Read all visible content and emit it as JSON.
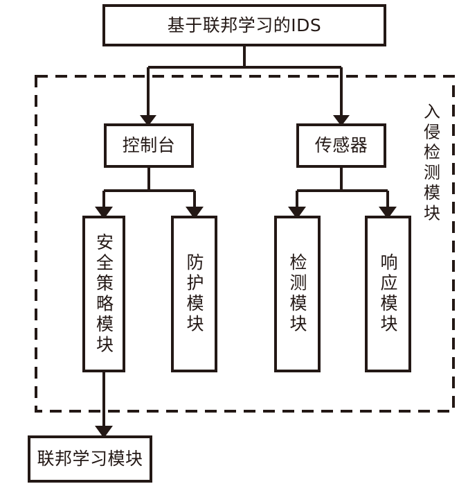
{
  "diagram": {
    "type": "block-diagram",
    "title": "基于联邦学习的IDS",
    "background_color": "#ffffff",
    "line_color": "#231815",
    "nodes": {
      "root": {
        "label": "基于联邦学习的IDS",
        "orientation": "horizontal"
      },
      "console": {
        "label": "控制台",
        "orientation": "horizontal"
      },
      "sensor": {
        "label": "传感器",
        "orientation": "horizontal"
      },
      "security_policy_module": {
        "label": "安全策略模块",
        "orientation": "vertical"
      },
      "protection_module": {
        "label": "防护模块",
        "orientation": "vertical"
      },
      "detection_module": {
        "label": "检测模块",
        "orientation": "vertical"
      },
      "response_module": {
        "label": "响应模块",
        "orientation": "vertical"
      },
      "federated_learning_module": {
        "label": "联邦学习模块",
        "orientation": "horizontal"
      }
    },
    "group": {
      "label": "入侵检测模块",
      "orientation": "vertical",
      "border_style": "dashed"
    },
    "edges": [
      {
        "from": "root",
        "to": "console"
      },
      {
        "from": "root",
        "to": "sensor"
      },
      {
        "from": "console",
        "to": "security_policy_module"
      },
      {
        "from": "console",
        "to": "protection_module"
      },
      {
        "from": "sensor",
        "to": "detection_module"
      },
      {
        "from": "sensor",
        "to": "response_module"
      },
      {
        "from": "security_policy_module",
        "to": "federated_learning_module"
      }
    ]
  }
}
